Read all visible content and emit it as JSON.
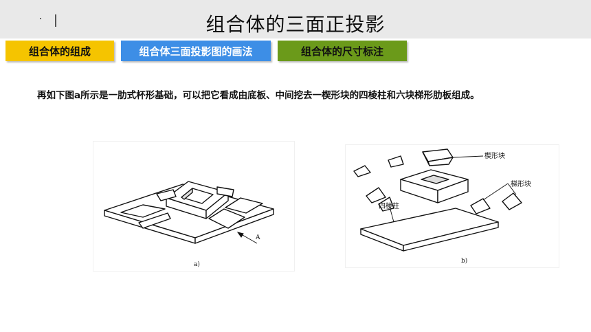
{
  "header": {
    "title": "组合体的三面正投影"
  },
  "tabs": [
    {
      "label": "组合体的组成",
      "color": "#f5c400"
    },
    {
      "label": "组合体三面投影图的画法",
      "color": "#3d8ee6"
    },
    {
      "label": "组合体的尺寸标注",
      "color": "#6b9a1a"
    }
  ],
  "content": {
    "paragraph": "再如下图a所示是一肋式杯形基础，可以把它看成由底板、中间挖去一楔形块的四棱柱和六块梯形肋板组成。"
  },
  "figure_a": {
    "caption": "a)",
    "arrow_label": "A"
  },
  "figure_b": {
    "caption": "b)",
    "labels": {
      "wedge": "楔形块",
      "trapezoid": "梯形块",
      "prism": "四棱柱"
    }
  }
}
